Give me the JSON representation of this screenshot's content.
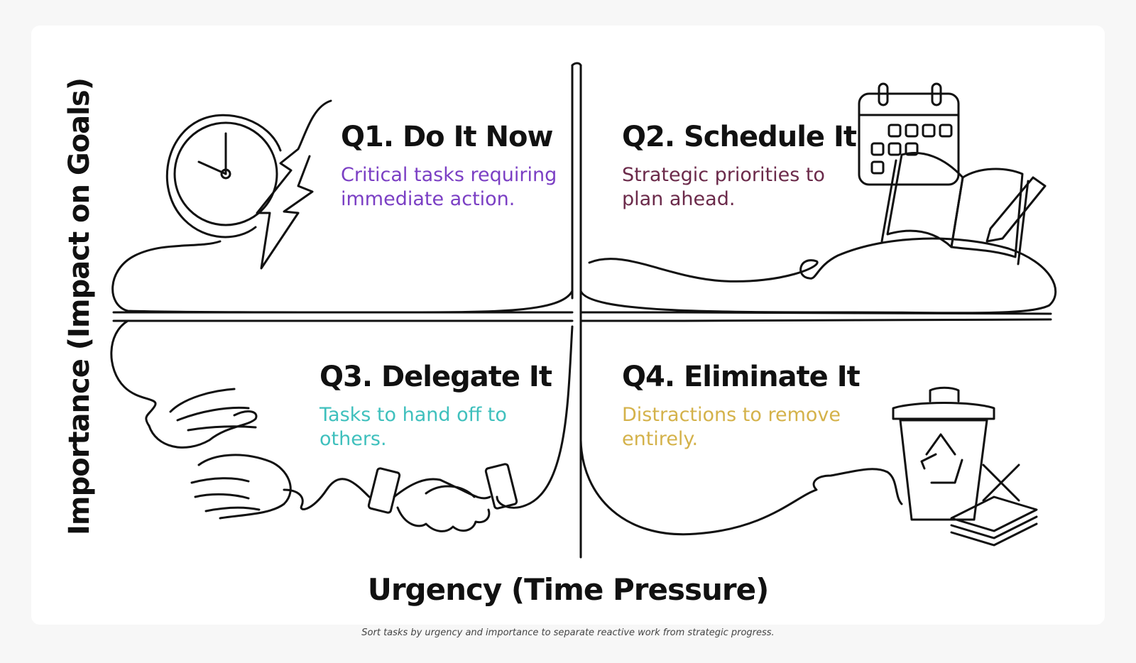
{
  "axes": {
    "y_label": "Importance (Impact on Goals)",
    "x_label": "Urgency (Time Pressure)"
  },
  "quadrants": [
    {
      "title": "Q1. Do It Now",
      "description": "Critical tasks requiring immediate action.",
      "color": "#7b3fc4",
      "icon": "clock-lightning-icon"
    },
    {
      "title": "Q2. Schedule It",
      "description": "Strategic priorities to plan ahead.",
      "color": "#6b2a4a",
      "icon": "calendar-notebook-icon"
    },
    {
      "title": "Q3. Delegate It",
      "description": "Tasks to hand off to others.",
      "color": "#3fc0bd",
      "icon": "handshake-icon"
    },
    {
      "title": "Q4. Eliminate It",
      "description": "Distractions to remove entirely.",
      "color": "#d4b24a",
      "icon": "recycle-bin-icon"
    }
  ],
  "caption": "Sort tasks by urgency and importance to separate reactive work from strategic progress."
}
